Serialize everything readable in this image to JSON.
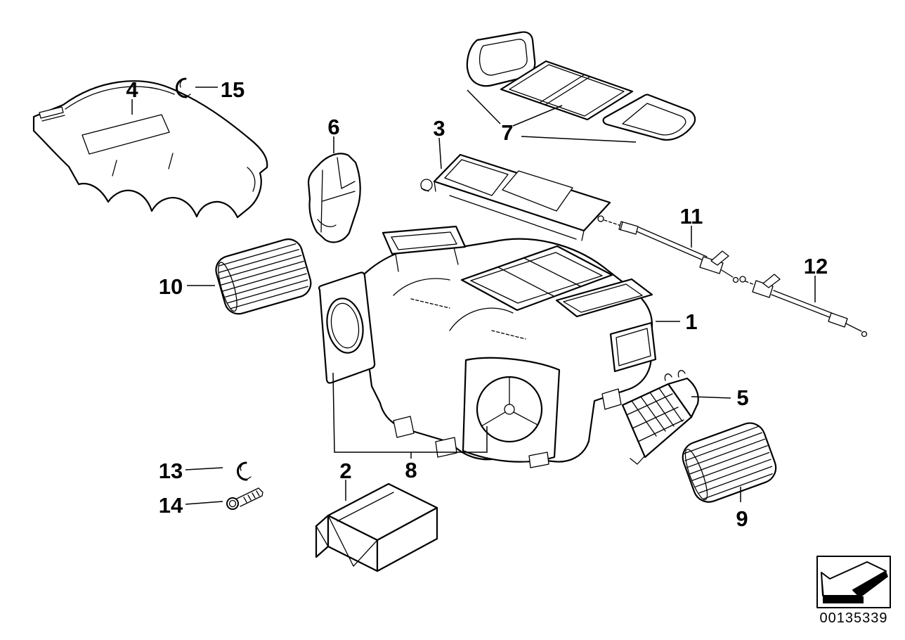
{
  "diagram": {
    "doc_number": "00135339",
    "colors": {
      "line": "#000000",
      "background": "#ffffff"
    },
    "parts": {
      "p1": "1",
      "p2": "2",
      "p3": "3",
      "p4": "4",
      "p5": "5",
      "p6": "6",
      "p7": "7",
      "p8": "8",
      "p9": "9",
      "p10": "10",
      "p11": "11",
      "p12": "12",
      "p13": "13",
      "p14": "14",
      "p15": "15"
    }
  }
}
